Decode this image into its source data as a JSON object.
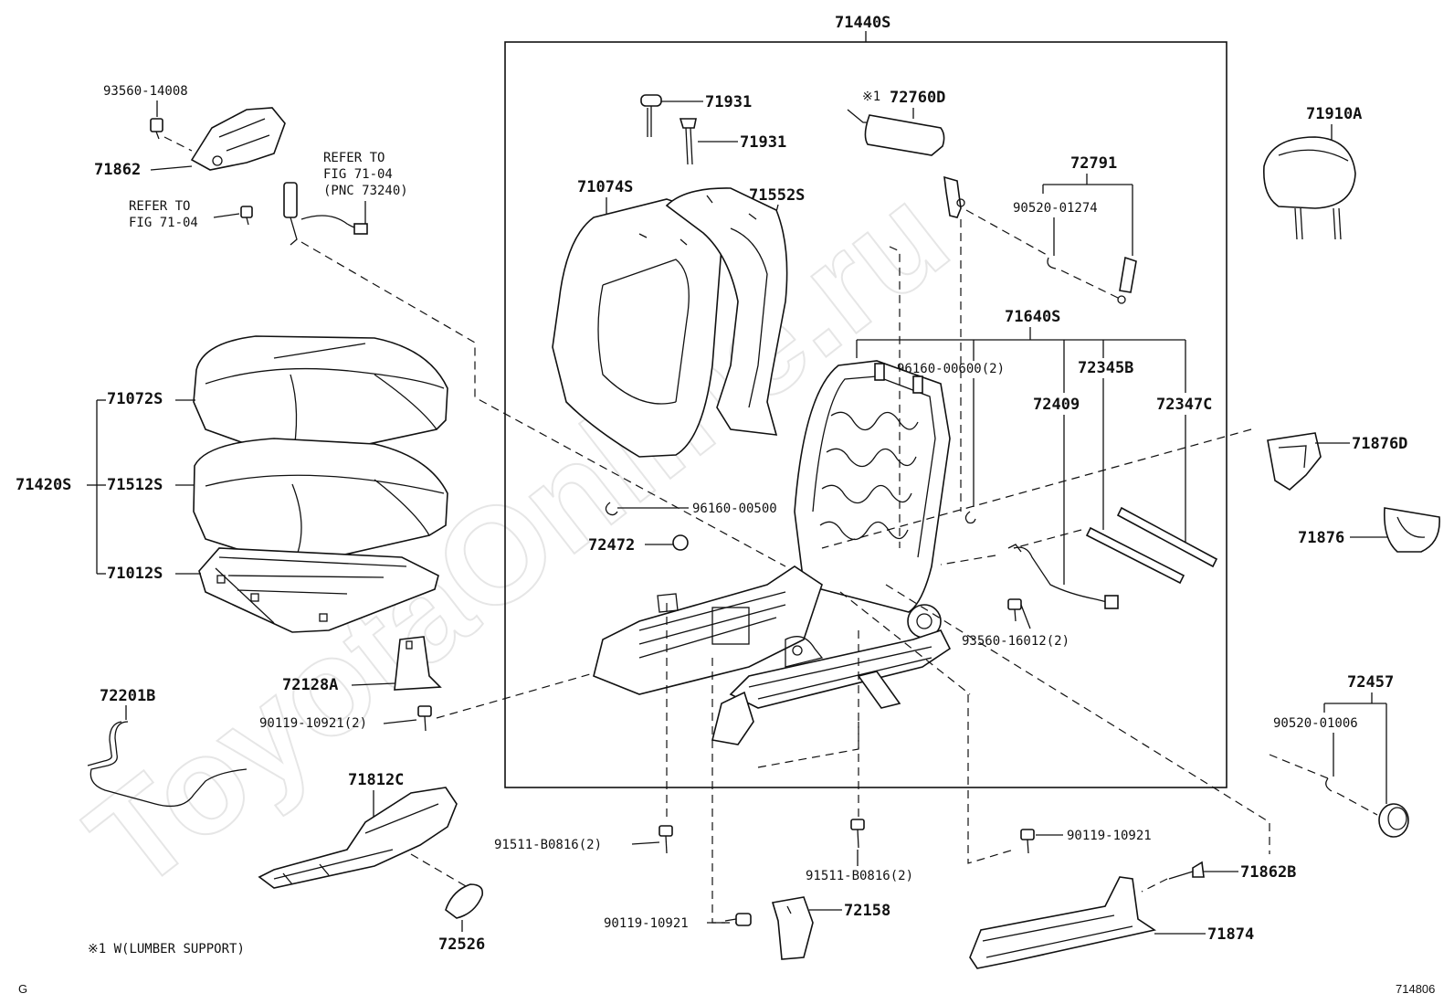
{
  "watermark": "ToyotaOnline.ru",
  "corner_left": "G",
  "corner_right": "714806",
  "footnote": "※1 W(LUMBER SUPPORT)",
  "labels": {
    "assy_71440S": "71440S",
    "p93560_14008": "93560-14008",
    "p71862": "71862",
    "refer_1": "REFER TO",
    "refer_1b": "FIG 71-04",
    "refer_1c": "(PNC 73240)",
    "refer_2": "REFER TO",
    "refer_2b": "FIG 71-04",
    "p71931_a": "71931",
    "p71931_b": "71931",
    "p72760D_mark": "※1",
    "p72760D": "72760D",
    "p72791": "72791",
    "p90520_01274": "90520-01274",
    "p71910A": "71910A",
    "p71074S": "71074S",
    "p71552S": "71552S",
    "p71640S": "71640S",
    "p96160_00600": "96160-00600(2)",
    "p72345B": "72345B",
    "p72409": "72409",
    "p72347C": "72347C",
    "p71876D": "71876D",
    "p71876": "71876",
    "p71072S": "71072S",
    "p71420S": "71420S",
    "p71512S": "71512S",
    "p71012S": "71012S",
    "p96160_00500": "96160-00500",
    "p72472": "72472",
    "p93560_16012": "93560-16012(2)",
    "p72128A": "72128A",
    "p90119_10921_2": "90119-10921(2)",
    "p72201B": "72201B",
    "p72457": "72457",
    "p90520_01006": "90520-01006",
    "p71812C": "71812C",
    "p91511_B0816_a": "91511-B0816(2)",
    "p91511_B0816_b": "91511-B0816(2)",
    "p90119_10921_a": "90119-10921",
    "p71862B": "71862B",
    "p90119_10921_b": "90119-10921",
    "p72158": "72158",
    "p71874": "71874",
    "p72526": "72526"
  }
}
